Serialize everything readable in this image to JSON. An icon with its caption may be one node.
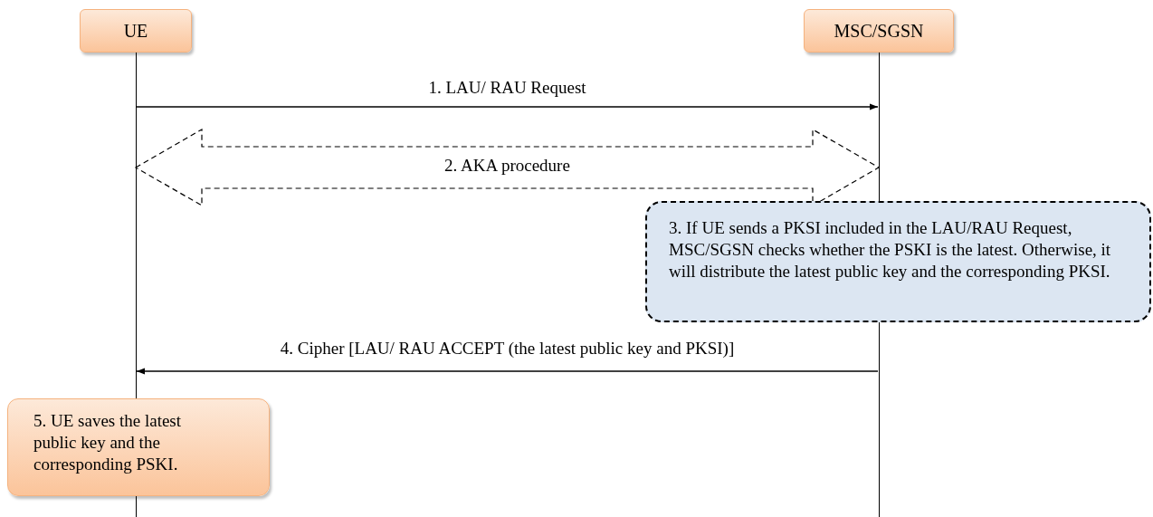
{
  "diagram": {
    "nodes": [
      {
        "text": [
          "UE"
        ]
      },
      {
        "text": [
          "MSC/SGSN"
        ]
      },
      {
        "text": [
          "3. If UE sends a PKSI included in the LAU/RAU Request, MSC/SGSN checks whether the PSKI is the latest. Otherwise, it will distribute the latest public key and the corresponding PKSI."
        ]
      },
      {
        "text": [
          "5. UE saves the latest public key and the corresponding PSKI."
        ]
      }
    ],
    "edges": [
      {
        "from": 0,
        "to": 1,
        "arrow": "to",
        "label": "1. LAU/ RAU Request"
      },
      {
        "from": 0,
        "to": 1,
        "arrow": "both",
        "label": "2. AKA procedure",
        "style": "dashed"
      },
      {
        "from": 1,
        "to": 0,
        "arrow": "to",
        "label": "4. Cipher [LAU/ RAU ACCEPT (the latest public key and PKSI)]"
      }
    ]
  }
}
